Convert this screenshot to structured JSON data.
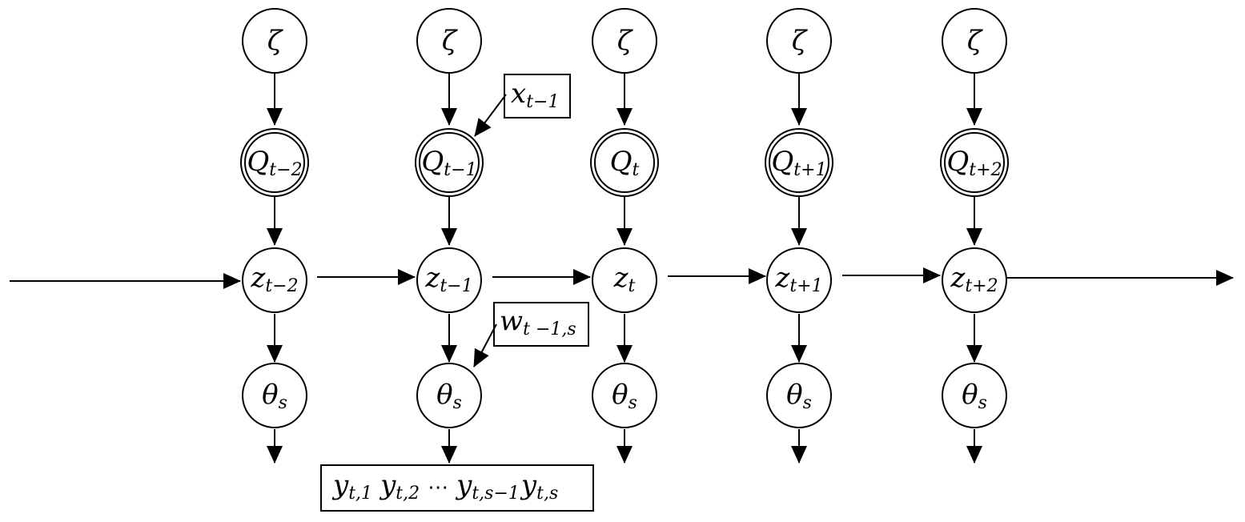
{
  "diagram": {
    "columns": [
      {
        "zeta": "ζ",
        "q_base": "Q",
        "q_sub": "t−2",
        "z_base": "z",
        "z_sub": "t−2",
        "theta_base": "θ",
        "theta_sub": "s"
      },
      {
        "zeta": "ζ",
        "q_base": "Q",
        "q_sub": "t−1",
        "z_base": "z",
        "z_sub": "t−1",
        "theta_base": "θ",
        "theta_sub": "s"
      },
      {
        "zeta": "ζ",
        "q_base": "Q",
        "q_sub": "t",
        "z_base": "z",
        "z_sub": "t",
        "theta_base": "θ",
        "theta_sub": "s"
      },
      {
        "zeta": "ζ",
        "q_base": "Q",
        "q_sub": "t+1",
        "z_base": "z",
        "z_sub": "t+1",
        "theta_base": "θ",
        "theta_sub": "s"
      },
      {
        "zeta": "ζ",
        "q_base": "Q",
        "q_sub": "t+2",
        "z_base": "z",
        "z_sub": "t+2",
        "theta_base": "θ",
        "theta_sub": "s"
      }
    ],
    "x_box": {
      "base": "x",
      "sub": "t−1"
    },
    "w_box": {
      "base": "w",
      "sub": "t −1,s"
    },
    "y_box": {
      "y1_base": "y",
      "y1_sub": "t,1",
      "y2_base": "y",
      "y2_sub": "t,2",
      "dots": "⋯",
      "y3_base": "y",
      "y3_sub": "t,s−1",
      "y4_base": "y",
      "y4_sub": "t,s"
    }
  }
}
